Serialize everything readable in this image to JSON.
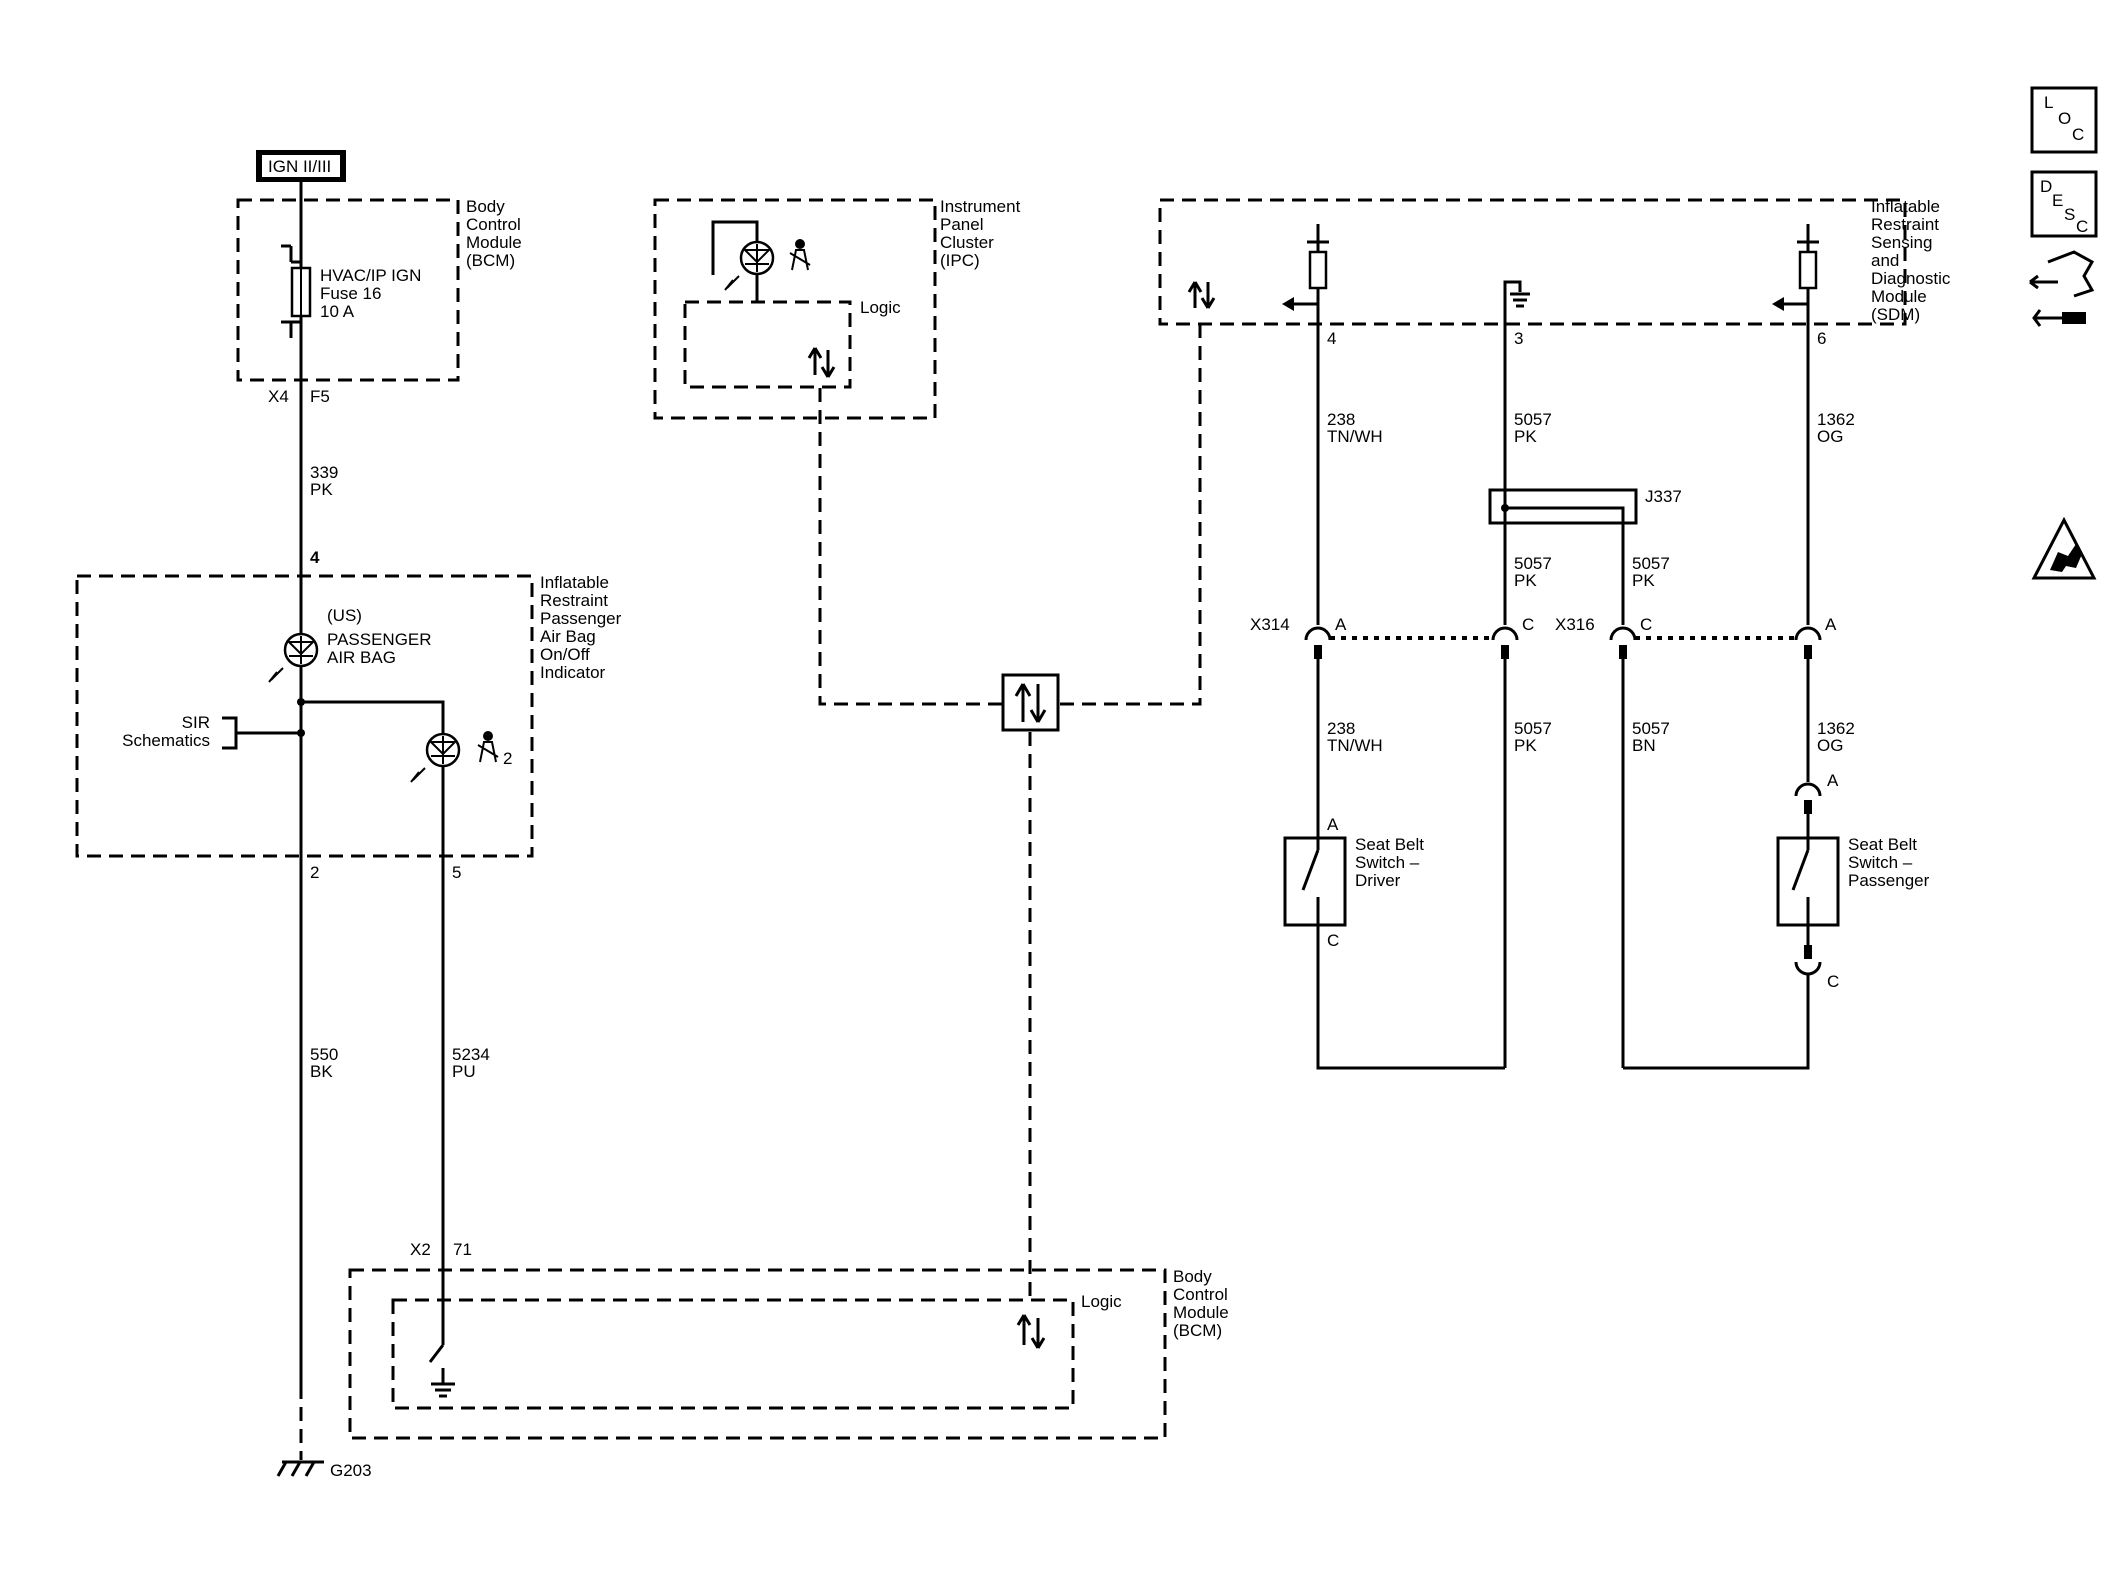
{
  "power": {
    "label": "IGN II/III"
  },
  "bcm_top": {
    "name": "Body Control Module (BCM)",
    "lines": [
      "Body",
      "Control",
      "Module",
      "(BCM)"
    ]
  },
  "fuse": {
    "lines": [
      "HVAC/IP IGN",
      "Fuse 16",
      "10 A"
    ]
  },
  "x4": {
    "connector": "X4",
    "pin": "F5"
  },
  "wire339": {
    "circuit": "339",
    "color": "PK"
  },
  "pin4_left": "4",
  "passenger_indicator": {
    "lines": [
      "Inflatable",
      "Restraint",
      "Passenger",
      "Air Bag",
      "On/Off",
      "Indicator"
    ],
    "us_label": "(US)",
    "lamp_lines": [
      "PASSENGER",
      "AIR BAG"
    ],
    "seatbelt_sub": "2"
  },
  "sir": {
    "lines": [
      "SIR",
      "Schematics"
    ]
  },
  "pins_bottom_left": {
    "p2": "2",
    "p5": "5"
  },
  "wire550": {
    "circuit": "550",
    "color": "BK"
  },
  "wire5234": {
    "circuit": "5234",
    "color": "PU"
  },
  "ground": {
    "label": "G203"
  },
  "ipc": {
    "lines": [
      "Instrument",
      "Panel",
      "Cluster",
      "(IPC)"
    ],
    "logic": "Logic"
  },
  "bcm_bottom": {
    "lines": [
      "Body",
      "Control",
      "Module",
      "(BCM)"
    ],
    "logic": "Logic",
    "connector": "X2",
    "pin": "71"
  },
  "sdm": {
    "lines": [
      "Inflatable",
      "Restraint",
      "Sensing",
      "and",
      "Diagnostic",
      "Module",
      "(SDM)"
    ],
    "pins": [
      "4",
      "3",
      "6"
    ]
  },
  "wires_right_upper": [
    {
      "circuit": "238",
      "color": "TN/WH"
    },
    {
      "circuit": "5057",
      "color": "PK"
    },
    {
      "circuit": "1362",
      "color": "OG"
    }
  ],
  "splice": {
    "label": "J337"
  },
  "wires_right_mid": [
    {
      "circuit": "5057",
      "color": "PK"
    },
    {
      "circuit": "5057",
      "color": "PK"
    }
  ],
  "connectors": {
    "x314": {
      "name": "X314",
      "pin_a": "A",
      "pin_c": "C"
    },
    "x316": {
      "name": "X316",
      "pin_c": "C",
      "pin_a": "A"
    }
  },
  "wires_right_lower": [
    {
      "circuit": "238",
      "color": "TN/WH"
    },
    {
      "circuit": "5057",
      "color": "PK"
    },
    {
      "circuit": "5057",
      "color": "BN"
    },
    {
      "circuit": "1362",
      "color": "OG"
    }
  ],
  "switch_driver": {
    "lines": [
      "Seat Belt",
      "Switch –",
      "Driver"
    ],
    "pin_top": "A",
    "pin_bottom": "C"
  },
  "switch_passenger": {
    "lines": [
      "Seat Belt",
      "Switch –",
      "Passenger"
    ],
    "pin_top": "A",
    "pin_bottom": "C"
  },
  "side_icons": [
    {
      "name": "loc-icon",
      "letters": [
        "L",
        "O",
        "C"
      ]
    },
    {
      "name": "desc-icon",
      "letters": [
        "D",
        "E",
        "S",
        "C"
      ]
    },
    {
      "name": "connector-tool-icon"
    },
    {
      "name": "esd-warning-icon"
    }
  ]
}
